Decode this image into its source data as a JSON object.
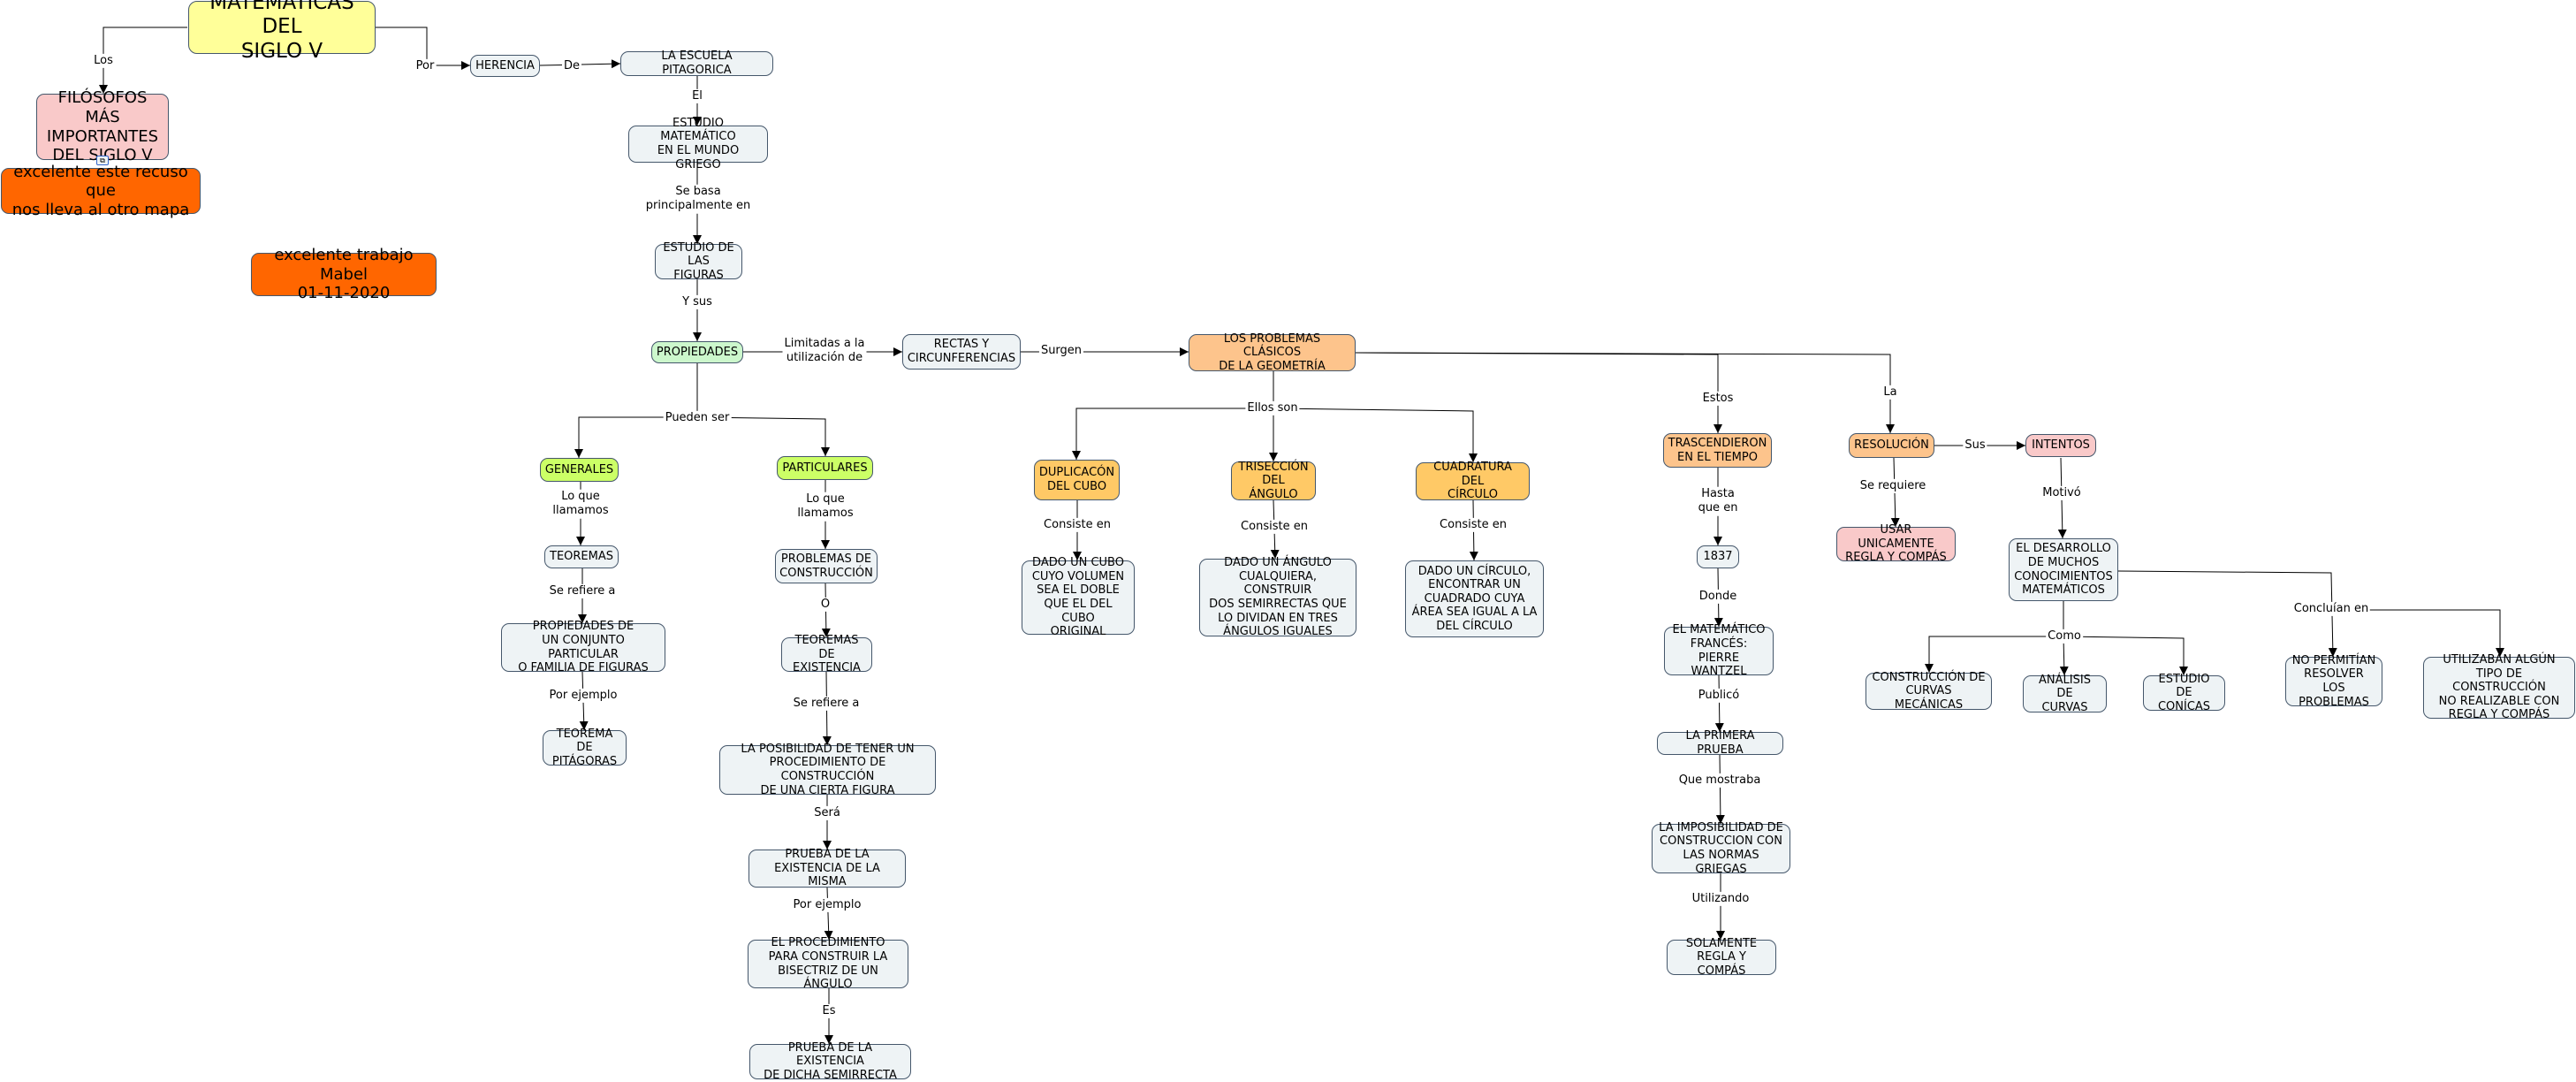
{
  "colors": {
    "default_fill": "#eef3f5",
    "yellow": "#ffff99",
    "pink": "#f9c9c9",
    "orange_dark": "#ff6600",
    "orange_light": "#fdc48c",
    "orange_mid": "#ffc966",
    "green_light": "#ccf7cc",
    "green_lime": "#ccff66",
    "border": "#45576b"
  },
  "nodes": {
    "titulo": "MATEMÁTICAS DEL\nSIGLO V",
    "filosofos": "FILÓSOFOS MÁS\nIMPORTANTES\nDEL SIGLO V",
    "recurso": "excelente este recuso que\nnos lleva al otro mapa",
    "trabajo": "excelente trabajo Mabel\n01-11-2020",
    "herencia": "HERENCIA",
    "escuela": "LA ESCUELA PITAGORICA",
    "estudio_mat": "ESTUDIO MATEMÁTICO\nEN EL MUNDO GRIEGO",
    "estudio_fig": "ESTUDIO DE\nLAS FIGURAS",
    "propiedades": "PROPIEDADES",
    "rectas": "RECTAS Y\nCIRCUNFERENCIAS",
    "problemas": "LOS PROBLEMAS CLÁSICOS\nDE LA GEOMETRÍA",
    "generales": "GENERALES",
    "particulares": "PARTICULARES",
    "teoremas": "TEOREMAS",
    "prop_conj": "PROPIEDADES DE\nUN CONJUNTO PARTICULAR\nO FAMILIA DE FIGURAS",
    "teo_pit": "TEOREMA DE\nPITÁGORAS",
    "prob_const": "PROBLEMAS DE\nCONSTRUCCIÓN",
    "teo_exist": "TEOREMAS DE\nEXISTENCIA",
    "posibilidad": "LA POSIBILIDAD DE TENER UN\nPROCEDIMIENTO DE CONSTRUCCIÓN\nDE UNA CIERTA FIGURA",
    "prueba_exist": "PRUEBA DE LA\nEXISTENCIA DE LA MISMA",
    "procedimiento": "EL PROCEDIMIENTO\nPARA CONSTRUIR LA\nBISECTRIZ DE UN ÁNGULO",
    "prueba_semi": "PRUEBA DE LA EXISTENCIA\nDE DICHA SEMIRRECTA",
    "duplicacion": "DUPLICACÓN\nDEL CUBO",
    "triseccion": "TRISECCIÓN\nDEL ÁNGULO",
    "cuadratura": "CUADRATURA DEL\nCÍRCULO",
    "dup_desc": "DADO UN CUBO\nCUYO VOLUMEN\nSEA EL DOBLE\nQUE EL DEL CUBO\nORIGINAL",
    "tri_desc": "DADO UN ÁNGULO\nCUALQUIERA, CONSTRUIR\nDOS SEMIRRECTAS QUE\nLO DIVIDAN EN TRES\nÁNGULOS IGUALES",
    "cua_desc": "DADO UN CÍRCULO,\nENCONTRAR UN\nCUADRADO CUYA\nÁREA SEA IGUAL A LA\nDEL CÍRCULO",
    "trascend": "TRASCENDIERON\nEN EL TIEMPO",
    "anio": "1837",
    "matematico": "EL MATEMÁTICO\nFRANCÉS:\nPIERRE WANTZEL",
    "primera": "LA PRIMERA PRUEBA",
    "imposibilidad": "LA IMPOSIBILIDAD DE\nCONSTRUCCION CON\nLAS NORMAS GRIEGAS",
    "solamente": "SOLAMENTE\nREGLA Y COMPÁS",
    "resolucion": "RESOLUCIÓN",
    "intentos": "INTENTOS",
    "usar": "USAR UNICAMENTE\nREGLA Y COMPÁS",
    "desarrollo": "EL DESARROLLO\nDE MUCHOS\nCONOCIMIENTOS\nMATEMÁTICOS",
    "curvas_mec": "CONSTRUCCIÓN DE\nCURVAS MECÁNICAS",
    "analisis": "ANÁLISIS DE\nCURVAS",
    "conicas": "ESTUDIO DE\nCONÍCAS",
    "no_permitian": "NO PERMITÍAN\nRESOLVER LOS\nPROBLEMAS",
    "utilizaban": "UTILIZABAN ALGÚN\nTIPO DE CONSTRUCCIÓN\nNO REALIZABLE CON\nREGLA Y COMPÁS"
  },
  "links": {
    "los": "Los",
    "por": "Por",
    "de": "De",
    "el": "El",
    "se_basa": "Se basa\nprincipalmente en",
    "y_sus": "Y sus",
    "limitadas": "Limitadas a la\nutilización de",
    "surgen": "Surgen",
    "pueden_ser": "Pueden ser",
    "lo_que_1": "Lo que\nllamamos",
    "lo_que_2": "Lo que\nllamamos",
    "se_refiere_1": "Se refiere a",
    "por_ejemplo_1": "Por ejemplo",
    "o": "O",
    "se_refiere_2": "Se refiere a",
    "sera": "Será",
    "por_ejemplo_2": "Por ejemplo",
    "es": "Es",
    "ellos_son": "Ellos son",
    "consiste_1": "Consiste en",
    "consiste_2": "Consiste en",
    "consiste_3": "Consiste en",
    "estos": "Estos",
    "la": "La",
    "hasta": "Hasta\nque en",
    "donde": "Donde",
    "publico": "Publicó",
    "que_mostraba": "Que mostraba",
    "utilizando": "Utilizando",
    "sus": "Sus",
    "se_requiere": "Se requiere",
    "motivo": "Motivó",
    "como": "Como",
    "concluian": "Concluían en"
  }
}
